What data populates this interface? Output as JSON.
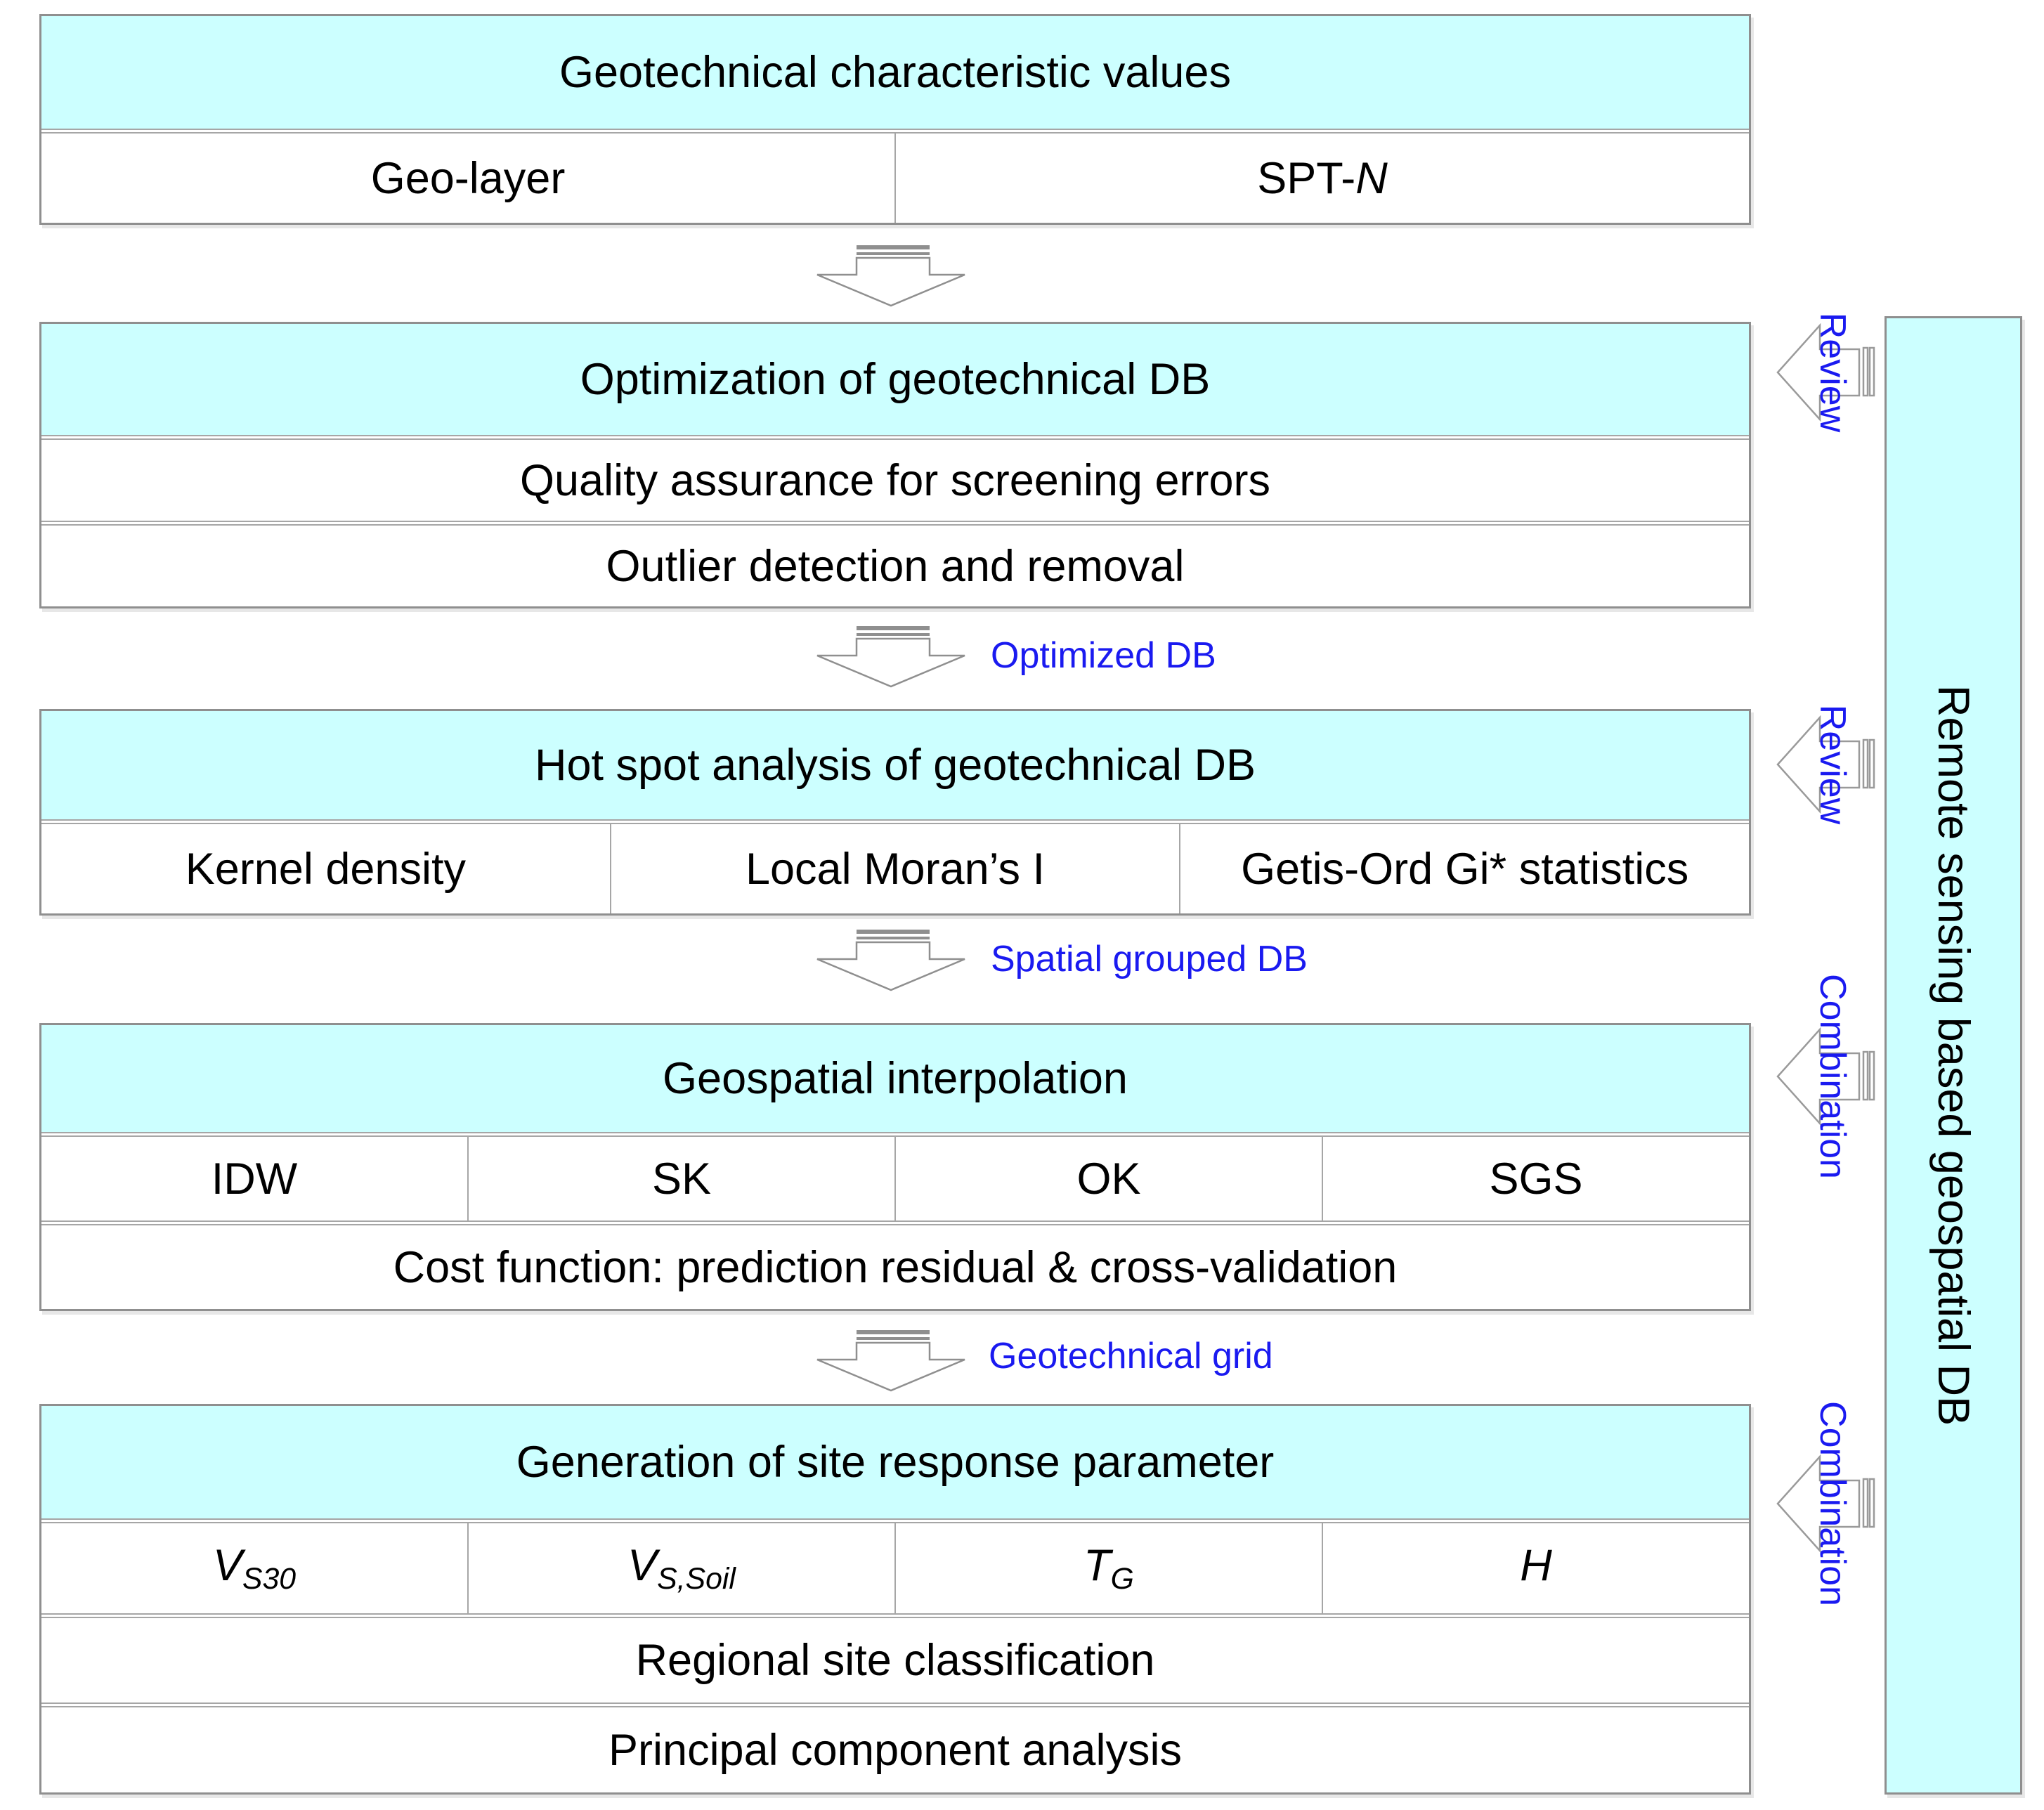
{
  "diagram": {
    "boxes": [
      {
        "header": "Geotechnical characteristic values",
        "cells": [
          {
            "text": "Geo-layer"
          },
          {
            "text": "SPT-",
            "italic": "N"
          }
        ]
      },
      {
        "header": "Optimization of geotechnical DB",
        "rows": [
          "Quality assurance for screening errors",
          "Outlier detection and removal"
        ]
      },
      {
        "header": "Hot spot analysis of geotechnical DB",
        "cells": [
          {
            "text": "Kernel density"
          },
          {
            "text": "Local Moran’s I"
          },
          {
            "text": "Getis-Ord Gi* statistics"
          }
        ]
      },
      {
        "header": "Geospatial interpolation",
        "cells": [
          {
            "text": "IDW"
          },
          {
            "text": "SK"
          },
          {
            "text": "OK"
          },
          {
            "text": "SGS"
          }
        ],
        "rows": [
          "Cost function: prediction residual & cross-validation"
        ]
      },
      {
        "header": "Generation of site response parameter",
        "cells": [
          {
            "base": "V",
            "sub": "S30"
          },
          {
            "base": "V",
            "sub": "S,Soil"
          },
          {
            "base": "T",
            "sub": "G"
          },
          {
            "base": "H",
            "sub": ""
          }
        ],
        "rows": [
          "Regional site classification",
          "Principal component analysis"
        ]
      }
    ],
    "arrow_labels": [
      "Optimized DB",
      "Spatial grouped DB",
      "Geotechnical grid"
    ],
    "side_arrows": [
      {
        "label": "Review"
      },
      {
        "label": "Review"
      },
      {
        "label": "Combination"
      },
      {
        "label": "Combination"
      }
    ],
    "side_bar_label": "Remote sensing based geospatial DB",
    "colors": {
      "box_fill": "#ccffff",
      "border": "#8f8f8f",
      "border_light": "#a6a6a6",
      "label_blue": "#1a1af0",
      "text": "#000000"
    }
  }
}
